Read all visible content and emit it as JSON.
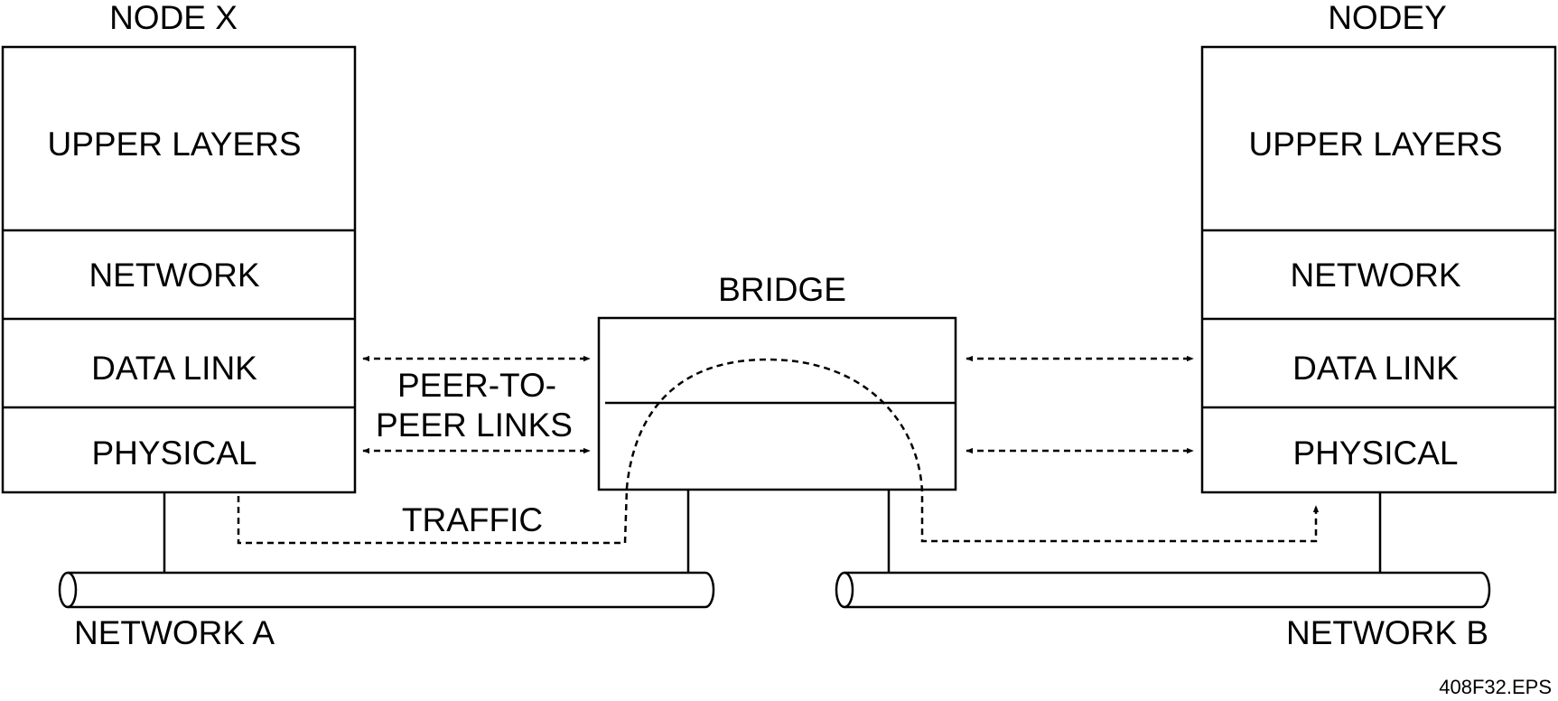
{
  "node_x": {
    "title": "NODE X",
    "layers": [
      "UPPER LAYERS",
      "NETWORK",
      "DATA LINK",
      "PHYSICAL"
    ]
  },
  "node_y": {
    "title": "NODEY",
    "layers": [
      "UPPER LAYERS",
      "NETWORK",
      "DATA LINK",
      "PHYSICAL"
    ]
  },
  "bridge": {
    "title": "BRIDGE"
  },
  "links": {
    "line1": "PEER-TO-",
    "line2": "PEER LINKS"
  },
  "traffic": "TRAFFIC",
  "network_a": "NETWORK A",
  "network_b": "NETWORK B",
  "figure_id": "408F32.EPS"
}
